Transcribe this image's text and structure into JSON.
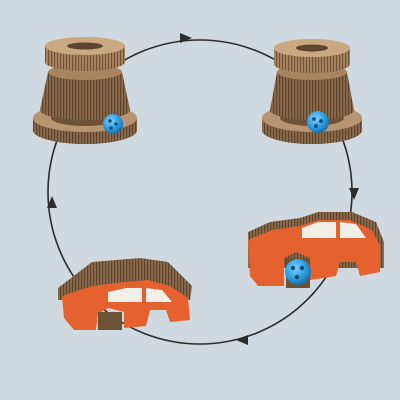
{
  "scene": {
    "background": "#cfd9df",
    "cycle_arrow_color": "#2c2c2c",
    "cardboard_color": "#8a6a4a",
    "cardboard_dark": "#5e4530",
    "cardboard_light": "#b89572",
    "car_print_color": "#e5622f",
    "car_window_color": "#f2efe8",
    "ball_color": "#2f9fe0",
    "ball_hole_color": "#0f4d7a",
    "items": [
      {
        "id": "stacked-tower-with-ball",
        "description_icon": "cardboard-tower-icon"
      },
      {
        "id": "stacked-tower-with-ball-2",
        "description_icon": "cardboard-tower-icon"
      },
      {
        "id": "car-scratcher-with-ball",
        "description_icon": "cardboard-car-icon"
      },
      {
        "id": "car-scratcher-folded",
        "description_icon": "cardboard-car-icon"
      }
    ],
    "arrow_directions": [
      "right",
      "down",
      "left",
      "up"
    ]
  }
}
